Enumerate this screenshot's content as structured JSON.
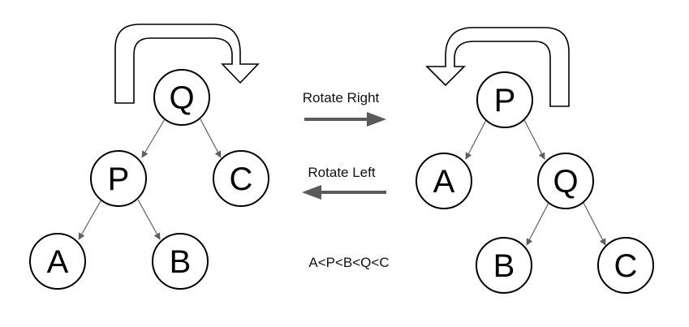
{
  "left_tree": {
    "root": "Q",
    "left_child": "P",
    "right_child": "C",
    "left_left": "A",
    "left_right": "B"
  },
  "right_tree": {
    "root": "P",
    "left_child": "A",
    "right_child": "Q",
    "right_left": "B",
    "right_right": "C"
  },
  "labels": {
    "rotate_right": "Rotate Right",
    "rotate_left": "Rotate Left",
    "ordering": "A<P<B<Q<C"
  },
  "colors": {
    "node_stroke": "#000000",
    "edge": "#5f5f5f",
    "arrow_fill": "#5a5a5a",
    "text": "#000000"
  }
}
